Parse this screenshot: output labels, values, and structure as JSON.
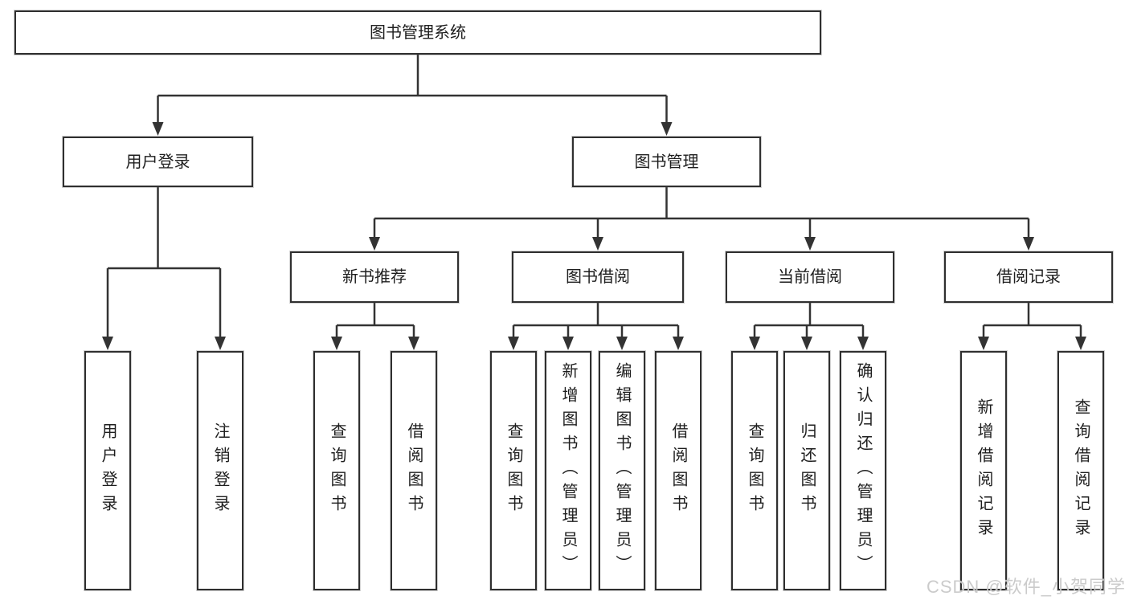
{
  "root": {
    "label": "图书管理系统"
  },
  "branches": [
    {
      "label": "用户登录"
    },
    {
      "label": "图书管理"
    }
  ],
  "categories": [
    {
      "label": "新书推荐"
    },
    {
      "label": "图书借阅"
    },
    {
      "label": "当前借阅"
    },
    {
      "label": "借阅记录"
    }
  ],
  "leaves": {
    "login": [
      "用户登录",
      "注销登录"
    ],
    "newbook": [
      "查询图书",
      "借阅图书"
    ],
    "borrow": [
      "查询图书",
      "新增图书（管理员）",
      "编辑图书（管理员）",
      "借阅图书"
    ],
    "current": [
      "查询图书",
      "归还图书",
      "确认归还（管理员）"
    ],
    "records": [
      "新增借阅记录",
      "查询借阅记录"
    ]
  },
  "watermark": "CSDN @软件_小贺同学",
  "colors": {
    "line": "#333333",
    "box_border": "#2f2f2f",
    "text": "#1e1e1e",
    "watermark": "#c5c5c5",
    "background": "#ffffff"
  }
}
